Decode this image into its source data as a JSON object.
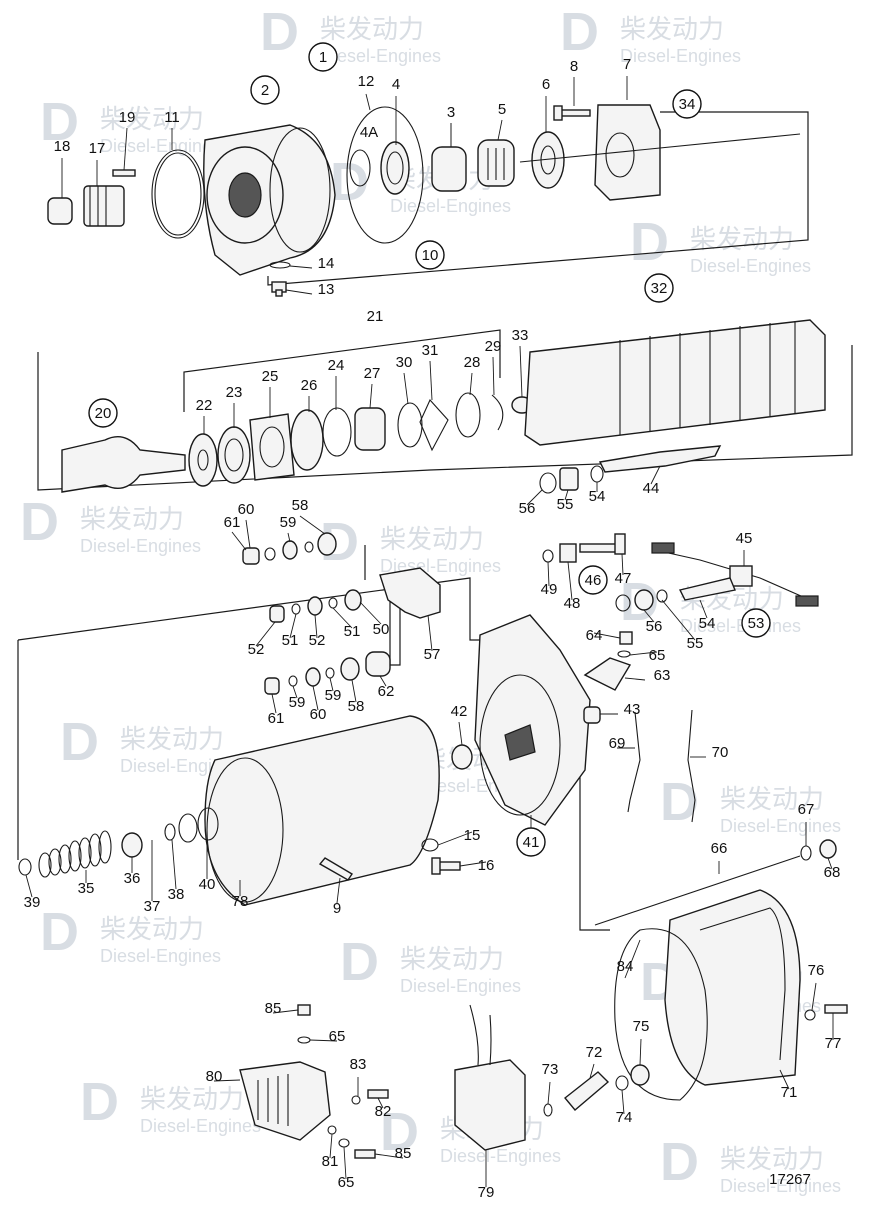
{
  "drawing_number": "17267",
  "watermark": {
    "brand_cn": "柴发动力",
    "brand_en": "Diesel-Engines"
  },
  "circled_labels": [
    "1",
    "2",
    "10",
    "20",
    "32",
    "34",
    "41",
    "46",
    "53"
  ],
  "part_labels": [
    "3",
    "4",
    "4A",
    "5",
    "6",
    "7",
    "8",
    "9",
    "11",
    "12",
    "13",
    "14",
    "15",
    "16",
    "17",
    "18",
    "19",
    "21",
    "22",
    "23",
    "24",
    "25",
    "26",
    "27",
    "28",
    "29",
    "30",
    "31",
    "33",
    "35",
    "36",
    "37",
    "38",
    "39",
    "40",
    "42",
    "43",
    "44",
    "45",
    "47",
    "48",
    "49",
    "50",
    "51",
    "52",
    "54",
    "55",
    "56",
    "57",
    "58",
    "59",
    "60",
    "61",
    "62",
    "63",
    "64",
    "65",
    "66",
    "67",
    "68",
    "69",
    "70",
    "71",
    "72",
    "73",
    "74",
    "75",
    "76",
    "77",
    "78",
    "79",
    "80",
    "81",
    "82",
    "83",
    "84",
    "85"
  ]
}
